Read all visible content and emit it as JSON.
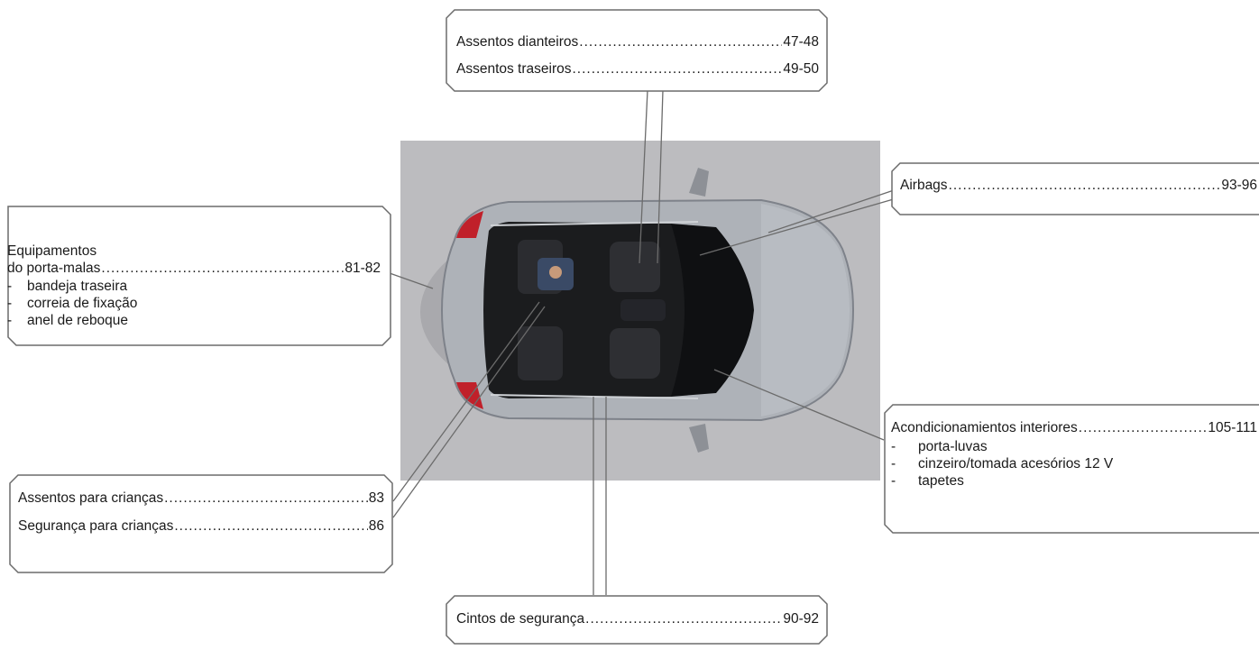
{
  "callouts": {
    "seats": {
      "rows": [
        {
          "label": "Assentos dianteiros",
          "pages": "47-48"
        },
        {
          "label": "Assentos traseiros",
          "pages": "49-50"
        }
      ]
    },
    "airbags": {
      "rows": [
        {
          "label": "Airbags",
          "pages": "93-96"
        }
      ]
    },
    "boot": {
      "title": "Equipamentos",
      "row": {
        "label": "do porta-malas",
        "pages": "81-82"
      },
      "items": [
        "bandeja traseira",
        "correia de fixação",
        "anel de reboque"
      ]
    },
    "interior": {
      "row": {
        "label": "Acondicionamientos interiores",
        "pages": "105-111"
      },
      "items": [
        "porta-luvas",
        "cinzeiro/tomada acesórios 12 V",
        "tapetes"
      ]
    },
    "children": {
      "rows": [
        {
          "label": "Assentos para crianças",
          "pages": "83"
        },
        {
          "label": "Segurança para crianças",
          "pages": "86"
        }
      ]
    },
    "belts": {
      "rows": [
        {
          "label": "Cintos de segurança",
          "pages": "90-92"
        }
      ]
    }
  },
  "colors": {
    "frame": "#6b6b6b",
    "photo_bg": "#bcbcbf",
    "car_body": "#aeb2b8",
    "glass_roof": "#111214",
    "tail_light": "#c0202a",
    "leader_line": "#e9e9e9"
  }
}
